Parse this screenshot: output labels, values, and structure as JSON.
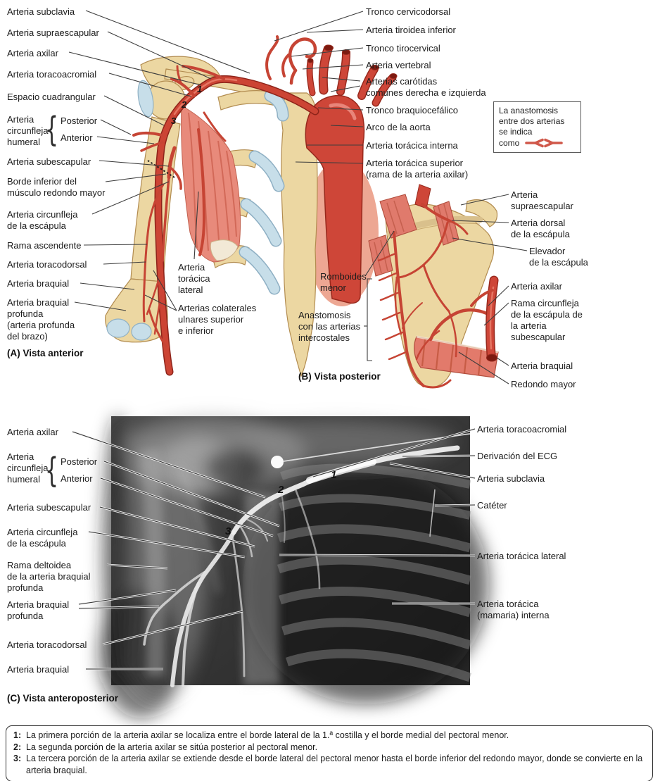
{
  "panel_a": {
    "title": "(A) Vista anterior",
    "markers": [
      "1",
      "2",
      "3"
    ],
    "labels_left": {
      "subclavia": "Arteria subclavia",
      "supraescapular": "Arteria supraescapular",
      "axilar": "Arteria axilar",
      "toracoacromial": "Arteria toracoacromial",
      "espacio_cuadrangular": "Espacio cuadrangular",
      "circunfleja_humeral": [
        "Arteria",
        "circunfleja",
        "humeral"
      ],
      "posterior": "Posterior",
      "anterior": "Anterior",
      "subescapular": "Arteria subescapular",
      "borde_inferior": [
        "Borde inferior del",
        "músculo redondo mayor"
      ],
      "circunfleja_escapula": [
        "Arteria circunfleja",
        "de la escápula"
      ],
      "rama_ascendente": "Rama ascendente",
      "toracodorsal": "Arteria toracodorsal",
      "braquial": "Arteria braquial",
      "braquial_profunda": [
        "Arteria braquial",
        "profunda",
        "(arteria profunda",
        "del brazo)"
      ]
    },
    "labels_center": {
      "toracica_lateral": [
        "Arteria",
        "torácica",
        "lateral"
      ],
      "colaterales_ulnares": [
        "Arterias colaterales",
        "ulnares superior",
        "e inferior"
      ]
    },
    "labels_right": {
      "tronco_cervicodorsal": "Tronco cervicodorsal",
      "tiroidea_inferior": "Arteria tiroidea inferior",
      "tronco_tirocervical": "Tronco tirocervical",
      "vertebral": "Arteria vertebral",
      "carotidas": [
        "Arterias carótidas",
        "comunes derecha e izquierda"
      ],
      "tronco_braquiocefalico": "Tronco braquiocefálico",
      "arco_aorta": "Arco de la aorta",
      "toracica_interna": "Arteria torácica interna",
      "toracica_superior": [
        "Arteria torácica superior",
        "(rama de la arteria axilar)"
      ]
    }
  },
  "legend": {
    "line1": "La anastomosis",
    "line2": "entre dos arterias",
    "line3": "se indica",
    "line4": "como"
  },
  "panel_b": {
    "title": "(B) Vista posterior",
    "labels_left": {
      "romboides_menor": [
        "Romboides",
        "menor"
      ],
      "anastomosis_intercostales": [
        "Anastomosis",
        "con las arterias",
        "intercostales"
      ]
    },
    "labels_right": {
      "supraescapular": [
        "Arteria",
        "supraescapular"
      ],
      "dorsal_escapula": [
        "Arteria dorsal",
        "de la escápula"
      ],
      "elevador_escapula": [
        "Elevador",
        "de la escápula"
      ],
      "axilar": "Arteria axilar",
      "rama_circunfleja": [
        "Rama circunfleja",
        "de la escápula de",
        "la arteria",
        "subescapular"
      ],
      "braquial": "Arteria braquial",
      "redondo_mayor": "Redondo mayor"
    }
  },
  "panel_c": {
    "title": "(C) Vista anteroposterior",
    "markers": [
      "1",
      "2",
      "3"
    ],
    "labels_left": {
      "axilar": "Arteria axilar",
      "circunfleja_humeral": [
        "Arteria",
        "circunfleja",
        "humeral"
      ],
      "posterior": "Posterior",
      "anterior": "Anterior",
      "subescapular": "Arteria subescapular",
      "circunfleja_escapula": [
        "Arteria circunfleja",
        "de la escápula"
      ],
      "rama_deltoidea": [
        "Rama deltoidea",
        "de la arteria braquial",
        "profunda"
      ],
      "braquial_profunda": [
        "Arteria braquial",
        "profunda"
      ],
      "toracodorsal": "Arteria toracodorsal",
      "braquial": "Arteria braquial"
    },
    "labels_right": {
      "toracoacromial": "Arteria toracoacromial",
      "derivacion_ecg": "Derivación del ECG",
      "subclavia": "Arteria subclavia",
      "cateter": "Catéter",
      "toracica_lateral": "Arteria torácica lateral",
      "toracica_interna": [
        "Arteria torácica",
        "(mamaria) interna"
      ]
    }
  },
  "notes": [
    {
      "num": "1:",
      "text": "La primera porción de la arteria axilar se localiza entre el borde lateral de la 1.ª costilla y el borde medial del pectoral menor."
    },
    {
      "num": "2:",
      "text": "La segunda porción de la arteria axilar se sitúa posterior al pectoral menor."
    },
    {
      "num": "3:",
      "text": "La tercera porción de la arteria axilar se extiende desde el borde lateral del pectoral menor hasta el borde inferior del redondo mayor, donde se convierte en la arteria braquial."
    }
  ],
  "colors": {
    "artery_red": "#cc4434",
    "artery_dark": "#8e241a",
    "bone": "#ecd7a2",
    "cartilage_blue": "#c7dee9",
    "muscle_pink": "#e8897a",
    "label_text": "#1c1c1c",
    "anastomosis_symbol": "#d0584a"
  }
}
